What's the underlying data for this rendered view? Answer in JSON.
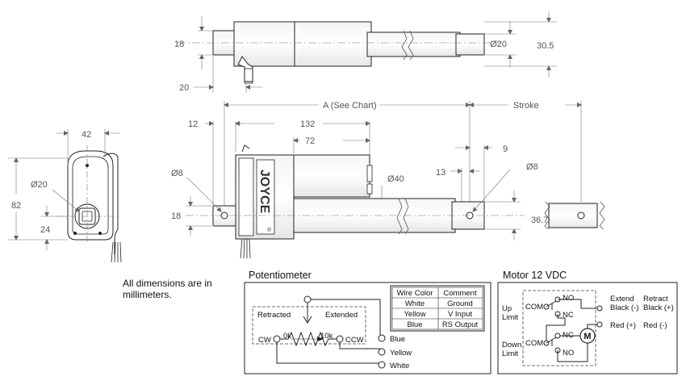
{
  "top_view": {
    "dim_height": "18",
    "dim_diameter": "Ø20",
    "dim_overall_height": "30.5",
    "dim_tab_width": "20"
  },
  "side_view": {
    "dim_length_a": "A (See Chart)",
    "dim_stroke": "Stroke",
    "dim_12": "12",
    "dim_132": "132",
    "dim_72": "72",
    "dim_9": "9",
    "dim_13": "13",
    "dim_hole_left": "Ø8",
    "dim_hole_right": "Ø8",
    "dim_motor_dia": "Ø40",
    "dim_18": "18",
    "dim_36_7": "36.7",
    "brand_logo": "JOYCE",
    "registered_mark": "®"
  },
  "end_view": {
    "dim_width": "42",
    "dim_diameter": "Ø20",
    "dim_height": "82",
    "dim_offset": "24"
  },
  "note": {
    "line1": "All dimensions are in",
    "line2": "millimeters."
  },
  "potentiometer": {
    "title": "Potentiometer",
    "label_retracted": "Retracted",
    "label_extended": "Extended",
    "label_0k": "0k",
    "label_10k": "10k",
    "label_cw": "CW",
    "label_ccw": "CCW",
    "wire_blue": "Blue",
    "wire_yellow": "Yellow",
    "wire_white": "White",
    "table": {
      "headers": [
        "Wire Color",
        "Comment"
      ],
      "rows": [
        [
          "White",
          "Ground"
        ],
        [
          "Yellow",
          "V Input"
        ],
        [
          "Blue",
          "RS Output"
        ]
      ]
    }
  },
  "motor": {
    "title": "Motor 12 VDC",
    "up_limit": [
      "Up",
      "Limit"
    ],
    "down_limit": [
      "Down",
      "Limit"
    ],
    "com": "COM",
    "no": "NO",
    "nc": "NC",
    "motor_symbol": "M",
    "extend_header": [
      "Extend",
      "Black (-)"
    ],
    "retract_header": [
      "Retract",
      "Black (+)"
    ],
    "extend_red": "Red (+)",
    "retract_red": "Red (-)"
  }
}
